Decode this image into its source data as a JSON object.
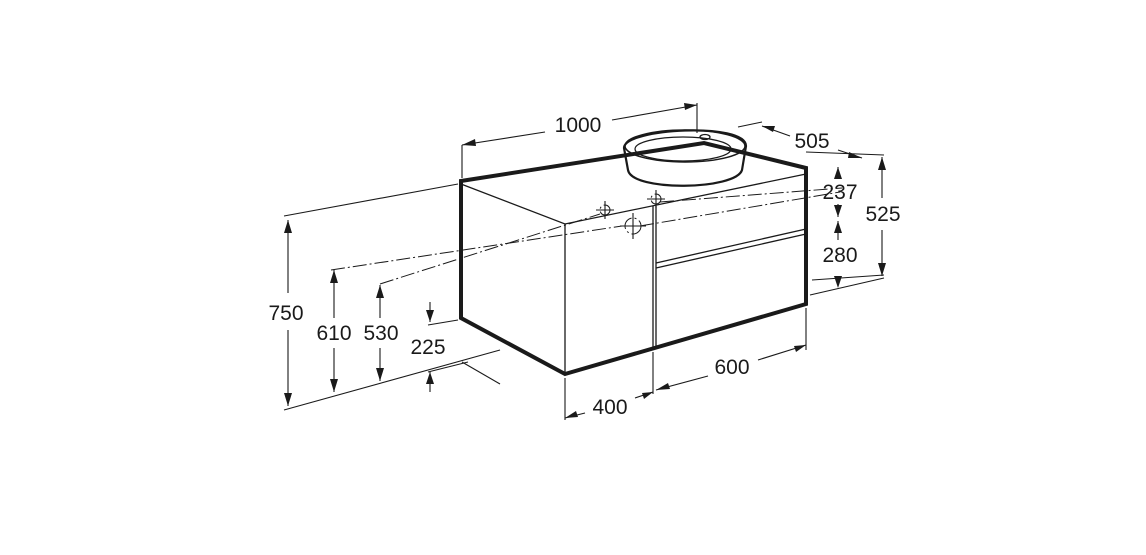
{
  "diagram": {
    "labels": {
      "width_total": "1000",
      "depth": "505",
      "height_total": "750",
      "height_610": "610",
      "height_530": "530",
      "height_225": "225",
      "top_drawer": "237",
      "bottom_drawer": "280",
      "front_height": "525",
      "drawer_unit_width": "600",
      "door_width": "400"
    },
    "colors": {
      "line": "#1a1a1a",
      "background": "#ffffff"
    }
  }
}
